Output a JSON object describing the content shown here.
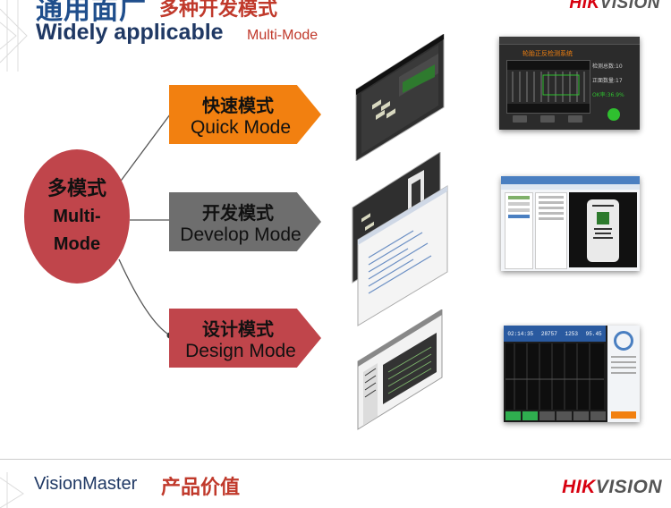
{
  "header": {
    "title_cn": "通用面广",
    "title_cn_sub": "多种开发模式",
    "title_en": "Widely applicable",
    "title_en_sub": "Multi-Mode"
  },
  "logo": {
    "part1": "HIK",
    "part2": "VISION"
  },
  "hub": {
    "label_cn": "多模式",
    "label_en_1": "Multi-",
    "label_en_2": "Mode",
    "color": "#c0454b"
  },
  "modes": [
    {
      "label_cn": "快速模式",
      "label_en": "Quick Mode",
      "color": "#f28010"
    },
    {
      "label_cn": "开发模式",
      "label_en": "Develop Mode",
      "color": "#6e6e6e"
    },
    {
      "label_cn": "设计模式",
      "label_en": "Design Mode",
      "color": "#c0454b"
    }
  ],
  "screens": {
    "quick": {
      "title": "轮胎正反检测系统",
      "stat1": "检测总数:10",
      "stat2": "正面数量:17",
      "stat3": "OK率:36.9%"
    },
    "design": {
      "readout1": "02:14:35",
      "readout2": "28757",
      "readout3": "1253",
      "readout4": "95.45"
    }
  },
  "footer": {
    "product": "VisionMaster",
    "subtitle": "产品价值"
  },
  "colors": {
    "brand_red": "#d7000f",
    "title_blue": "#1f4e8c"
  }
}
